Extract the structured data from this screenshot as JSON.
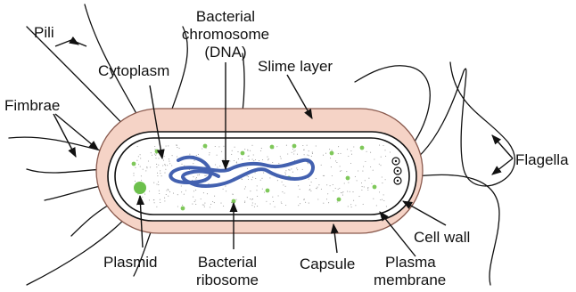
{
  "labels": {
    "pili": "Pili",
    "chromosome_1": "Bacterial",
    "chromosome_2": "chromosome",
    "chromosome_3": "(DNA)",
    "cytoplasm": "Cytoplasm",
    "slime_layer": "Slime layer",
    "fimbrae": "Fimbrae",
    "flagella": "Flagella",
    "cell_wall": "Cell wall",
    "plasmid": "Plasmid",
    "ribosome_1": "Bacterial",
    "ribosome_2": "ribosome",
    "capsule": "Capsule",
    "membrane_1": "Plasma",
    "membrane_2": "membrane"
  },
  "colors": {
    "capsule_fill": "#f5d3c6",
    "capsule_stroke": "#8a5a4e",
    "cytoplasm_fill": "#ffffff",
    "dna": "#4361b0",
    "ribosome": "#7fc85a",
    "plasmid": "#6cc04c",
    "outline": "#111111"
  }
}
